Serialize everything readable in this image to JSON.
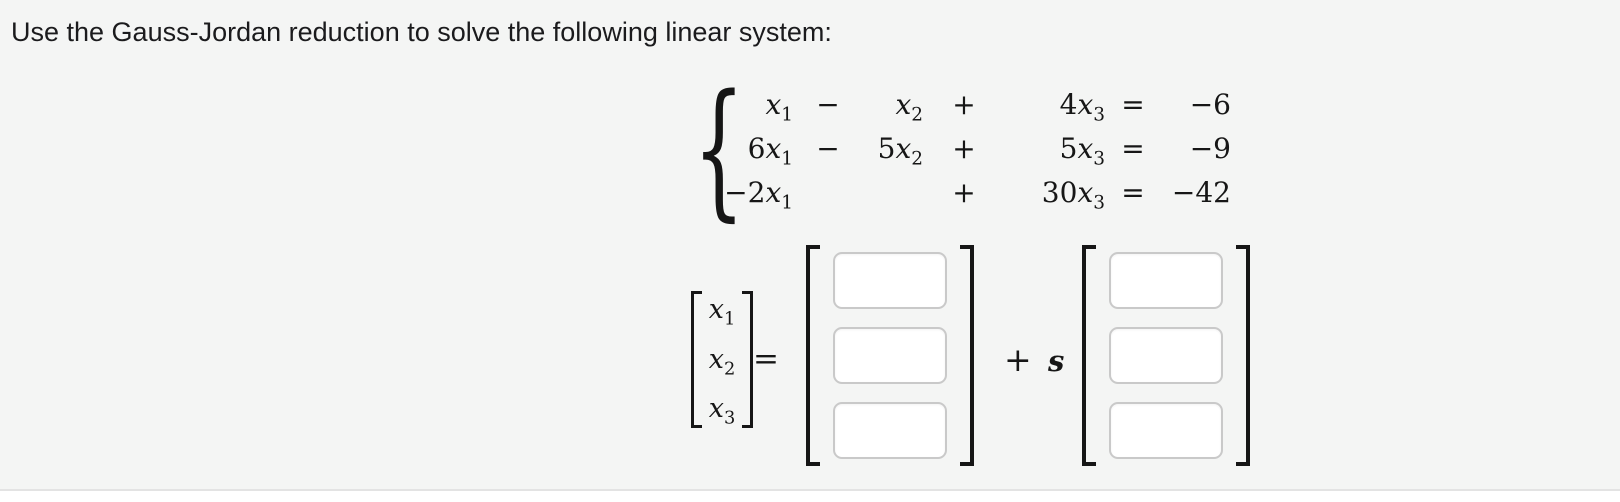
{
  "page": {
    "title": "Use the Gauss-Jordan reduction to solve the following linear system:"
  },
  "colors": {
    "background": "#f4f5f4",
    "text": "#1b1b1d",
    "math": "#161616",
    "input_border": "#c9c9c9",
    "divider": "#e3e3e3",
    "footer": "#ffffff"
  },
  "system": {
    "brace": "{",
    "rows": [
      {
        "t1c": "",
        "t1v": "x",
        "t1s": "1",
        "op1": "−",
        "t2c": "",
        "t2v": "x",
        "t2s": "2",
        "op2": "+",
        "t3c": "4",
        "t3v": "x",
        "t3s": "3",
        "eq": "=",
        "rhs": "−6"
      },
      {
        "t1c": "6",
        "t1v": "x",
        "t1s": "1",
        "op1": "−",
        "t2c": "5",
        "t2v": "x",
        "t2s": "2",
        "op2": "+",
        "t3c": "5",
        "t3v": "x",
        "t3s": "3",
        "eq": "=",
        "rhs": "−9"
      },
      {
        "t1c": "−2",
        "t1v": "x",
        "t1s": "1",
        "op1": "",
        "t2c": "",
        "t2v": "",
        "t2s": "",
        "op2": "+",
        "t3c": "30",
        "t3v": "x",
        "t3s": "3",
        "eq": "=",
        "rhs": "−42"
      }
    ]
  },
  "solution": {
    "vector_entries": [
      {
        "v": "x",
        "s": "1"
      },
      {
        "v": "x",
        "s": "2"
      },
      {
        "v": "x",
        "s": "3"
      }
    ],
    "equals": "=",
    "plus": "+",
    "param": "s",
    "particular_inputs": [
      "",
      "",
      ""
    ],
    "direction_inputs": [
      "",
      "",
      ""
    ]
  }
}
